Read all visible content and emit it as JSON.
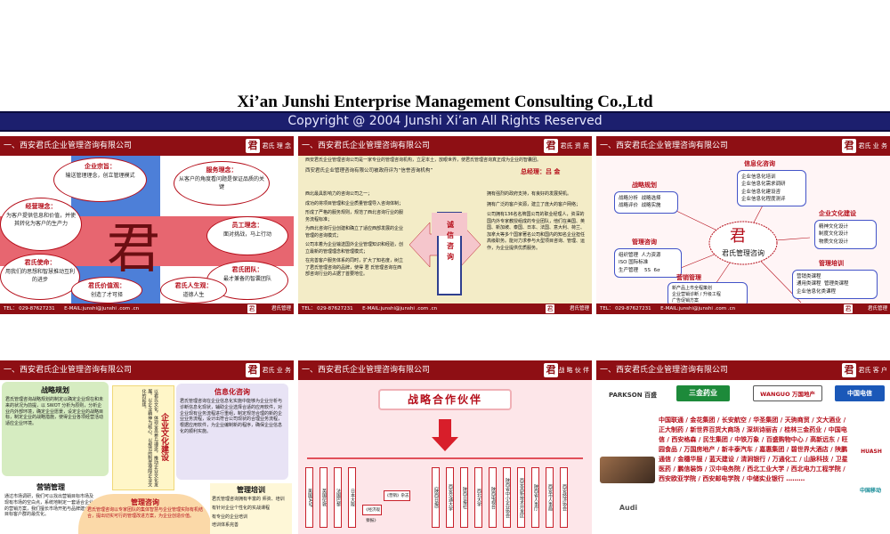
{
  "page": {
    "title": "Xi’an Junshi Enterprise Management Consulting Co.,Ltd",
    "copyright": "Copyright @ 2004 Junshi Xi’an All Rights Reserved"
  },
  "common": {
    "header_title": "一、西安君氏企业管理咨询有限公司",
    "footer_tel": "TEL： 029-87627231",
    "footer_email": "E-MAIL:junshi@junshi .com .cn",
    "footer_brand": "君氏管理",
    "logo_glyph": "君"
  },
  "slides": [
    {
      "tag": "君氏 理 念",
      "bubbles": [
        {
          "title": "企业宗旨：",
          "text": "输送管理理念，创立管理模式"
        },
        {
          "title": "服务理念：",
          "text": "从客户的角度看问题是保证品质的关键"
        },
        {
          "title": "经营理念：",
          "text": "为客户提供信息和价值，并使其转化为客户的生产力"
        },
        {
          "title": "员工理念：",
          "text": "面对挑战，马上行动"
        },
        {
          "title": "君氏使命：",
          "text": "用我们的思想和智慧推动互利的进步"
        },
        {
          "title": "君氏团队：",
          "text": "最才兼备的智囊团队"
        },
        {
          "title": "君氏价值观：",
          "text": "创造了才可择"
        },
        {
          "title": "君氏人生观：",
          "text": "道德人生"
        }
      ]
    },
    {
      "tag": "君氏 资 质",
      "intro": "西安君氏企业管理咨询公司是一家专业的管理咨询机构，立足本土，放眼世界，使君氏管理咨询真正成为企业的智囊团。",
      "recognition": "西安君氏企业管理咨询有限公司被政府评为“信誉咨询机构”",
      "manager": "总经理：吕 金",
      "left_points": [
        "西北最具影响力的咨询公司之一；",
        "成功的将项目管理和企业质量管理导入咨询体制；",
        "形成了严格的服务规则，规范了西北咨询行业的服务流程标准；",
        "为西北咨询行业创建和确立了适应西部发展的企业管理的咨询模式；",
        "公司本着为企业输送国外企业管理知识和经验，创立最新的管理理念和管理模式；",
        "在完善客户服务体系的同时，扩大了知名度，树立了君氏管理咨询的品牌，使得 君 氏管理咨询在西部咨询行业的占据了首要地位。"
      ],
      "right_points": [
        "拥有强烈的政府支持，有良好的发展契机。",
        "拥有广泛的客户资源，建立了庞大的客户网络；",
        "公司拥有136名名牌国公司的职业经理人，资深的国内外专家教授组成的专业团队，他们在美国、英国、新加坡、泰国、日本、法国、意大利、荷兰、加拿大等多个国家著名公司和国内的知名企业担任高级职务。能对力求参与大型项目咨询、管理、运作，为企业提供优质服务。"
      ],
      "center_badge": [
        "诚",
        "信",
        "咨",
        "询"
      ]
    },
    {
      "tag": "君氏 业 务",
      "center": "君氏管理咨询",
      "groups": [
        {
          "title": "信息化咨询",
          "items": [
            "企业信息化培训",
            "企业信息化需求调研",
            "企业信息化建设咨",
            "企业信息化程度测评"
          ]
        },
        {
          "title": "战略规划",
          "items": [
            "战略分析",
            "战略选择",
            "战略评价",
            "战略实施"
          ]
        },
        {
          "title": "企业文化建设",
          "items": [
            "精神文化设计",
            "制度文化设计",
            "物质文化设计"
          ]
        },
        {
          "title": "管理咨询",
          "items": [
            "组织管理",
            "人力资源",
            "ISO 国际标准",
            "生产管理",
            "5S",
            "6σ"
          ]
        },
        {
          "title": "管理培训",
          "items": [
            "营销类课程",
            "通用类课程",
            "管理类课程",
            "企业信息化类课程"
          ]
        },
        {
          "title": "营销管理",
          "items": [
            "新产品上市全程策划",
            "企业营销诊断 / 升级工程",
            "广告促销方案"
          ]
        }
      ]
    },
    {
      "tag": "君氏 业 务",
      "blocks": [
        {
          "title": "战略规划",
          "text": "君氏管理咨询战略规划的制定以确定企业现在和未来的状况为前提，以 SWOT 分析为原则，分析企业内外部环境，确定企业愿景，设定企业的战略目标，制定企业的战略措施，使得企业各项经营活动适应企业环境。"
        },
        {
          "title": "信息化咨询",
          "text": "君氏管理咨询在企业信息化实施中能够为企业分析与诊断信息化现状，辅助企业选择合适的应用软件，对企业现有业务流程进行重组，制定规范合理的新的企业业务流程，设计出符合公司现状的合理业务流程，根据应用软件，为企业编制新的程序，确保企业信息化的顺利实施。"
        },
        {
          "title": "企业文化建设",
          "text": "以君氏文化，体现全员参与理念，推动企业文化发展。以企业精神为核心，以规范的制度保障企业文化的延续。"
        },
        {
          "title": "营销管理",
          "text": "通过市场调研，我们可以找出营销目标市场及现有市场的空白点，系统地制定一套适合企业的营销方案，我们擅长市场开拓与品牌建设，目标客户群的最优化。"
        },
        {
          "title": "管理咨询",
          "text": "君氏管理咨询以专家团队的集体智慧与企业管理实际有机结合，提出切实可行的管理改进方案，为企业创造价值。"
        },
        {
          "title": "管理培训",
          "items": [
            "君氏管理咨询拥有丰富的 师资、培训",
            "有针对企业个性化的实战课程",
            "有专业的企业培训",
            "培训体系完善"
          ]
        }
      ]
    },
    {
      "tag": "战 略 伙 伴",
      "banner": "战略合作伙伴",
      "partners": [
        "美国IASF",
        "英国伦敦",
        "法国巴黎",
        "日本大阪",
        "《经济观察报》",
        "《营销》杂志",
        "《陕西日报》",
        "西安交通大学",
        "陕西日报社",
        "西北大学",
        "陕西电视台",
        "陕西省中小企业协会",
        "西安高新技术开发区",
        "陕西省人事厅",
        "西安市人事局",
        "西安经济协会"
      ]
    },
    {
      "tag": "君氏 客 户",
      "logos": [
        "PARKSON 百盛",
        "三金药业",
        "WANGUO 万国地产",
        "中国电信",
        "HUASH",
        "Audi",
        "中国移动"
      ],
      "client_text": "中国联通 / 金花集团 / 长安航空 / 华圣集团 / 天驹商贸 / 文大酒业 / 正大制药 / 新世界百货大商场 / 深圳诗丽吉 / 桂林三金药业 / 中国电信 / 西安格森 / 民生集团 / 中铁万象 / 百盛购物中心 / 高新远东 / 旺园食品 / 万国房地产 / 新丰泰汽车 / 嘉惠集团 / 碧世界大酒店 / 陕鹏通信 / 金穗华服 / 蓝天建设 / 清涧银行 / 万通化工 / 山脉科技 / 卫星医药 / 鹏信装饰 / 汉中电务院 / 西北工业大学 / 西北电力工程学院 / 西安欧亚学院 / 西安邮电学院 / 中储实业银行 ………"
    }
  ]
}
